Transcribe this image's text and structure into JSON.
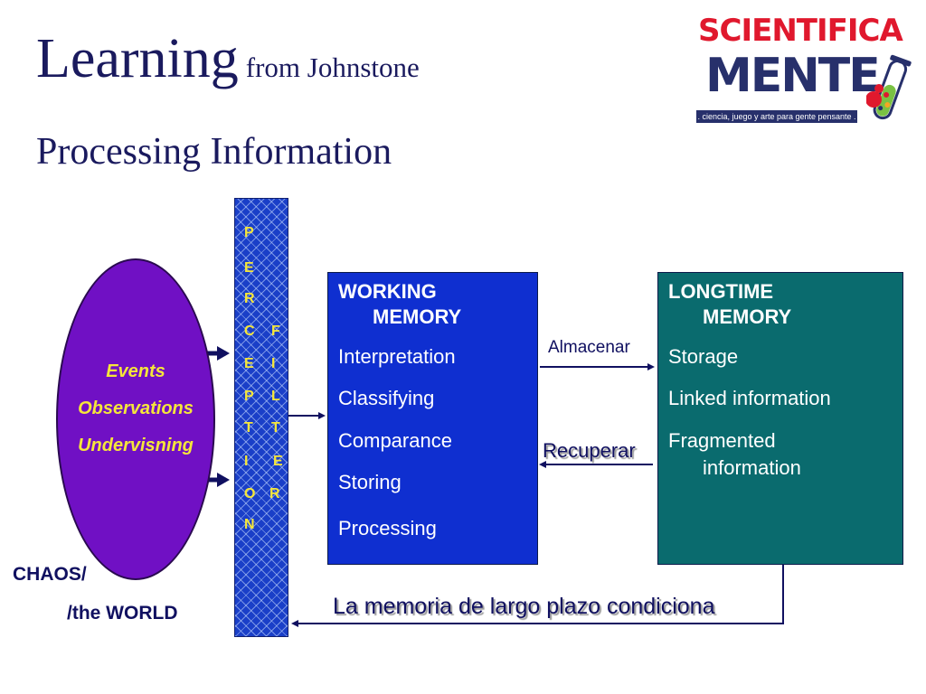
{
  "header": {
    "title_main": "Learning",
    "title_small": "from Johnstone",
    "subtitle": "Processing Information"
  },
  "logo": {
    "line1": "SCIENTIFICA",
    "line2": "MENTE",
    "tagline": ". ciencia, juego y arte para gente pensante ."
  },
  "world": {
    "items": [
      "Events",
      "Observations",
      "Undervisning"
    ],
    "chaos": "CHAOS/",
    "the_world": "/the WORLD"
  },
  "filter": {
    "col1": [
      "P",
      "E",
      "R",
      "C",
      "E",
      "P",
      "T",
      "I",
      "O",
      "N"
    ],
    "col2": [
      "F",
      "I",
      "L",
      "T",
      "E",
      "R"
    ]
  },
  "working_memory": {
    "title_line1": "WORKING",
    "title_line2": "MEMORY",
    "items": [
      "Interpretation",
      "Classifying",
      "Comparance",
      "Storing",
      "Processing"
    ]
  },
  "longtime_memory": {
    "title_line1": "LONGTIME",
    "title_line2": "MEMORY",
    "items": [
      "Storage",
      "Linked information",
      "Fragmented",
      "information"
    ]
  },
  "arrows": {
    "store": "Almacenar",
    "retrieve": "Recuperar",
    "feedback": "La memoria de largo plazo condiciona"
  },
  "colors": {
    "ellipse": "#7010c4",
    "event_text": "#f5e63a",
    "working_box": "#0f2fd0",
    "longtime_box": "#0a6b6e",
    "title": "#1a1a5e",
    "arrow": "#101060"
  }
}
